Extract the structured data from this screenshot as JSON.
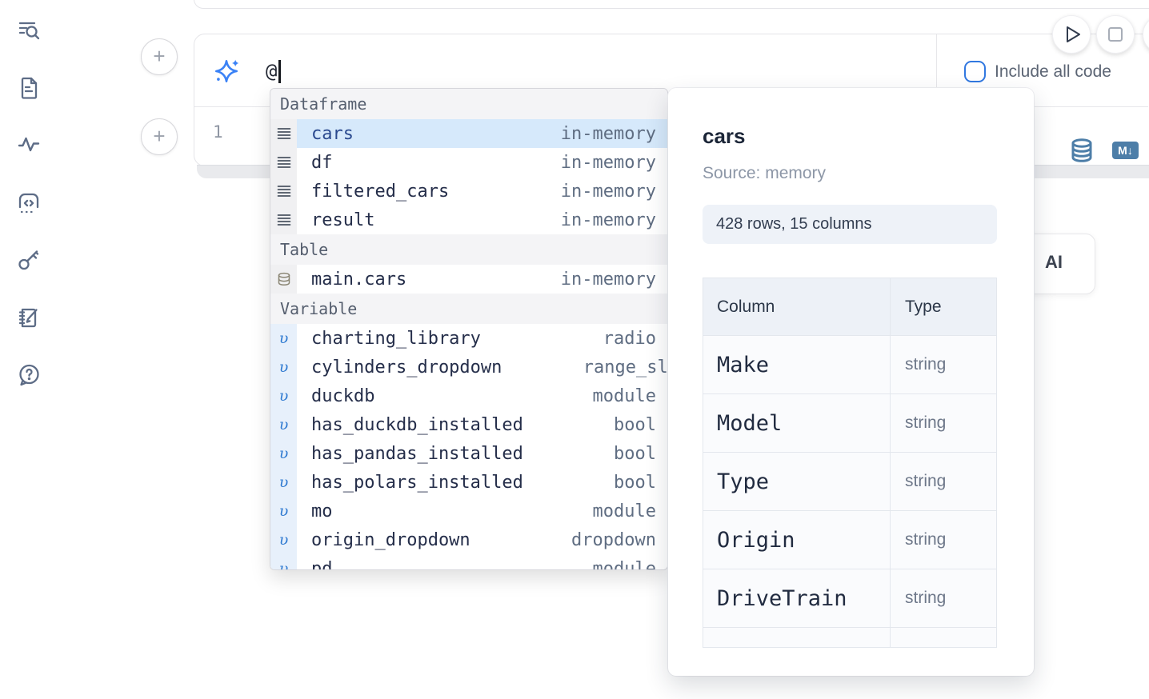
{
  "app": {
    "include_all_code_label": "Include all code"
  },
  "colors": {
    "accent_blue": "#3b82f6",
    "steel_blue": "#4d7ea8",
    "selection_blue": "#d6e9fb",
    "checkbox_blue": "#3178e0"
  },
  "sidebar": {
    "items": [
      {
        "id": "search",
        "icon": "search-text-icon"
      },
      {
        "id": "files",
        "icon": "file-icon"
      },
      {
        "id": "activity",
        "icon": "activity-icon"
      },
      {
        "id": "snippets",
        "icon": "code-cell-icon"
      },
      {
        "id": "keys",
        "icon": "key-icon"
      },
      {
        "id": "scratchpad",
        "icon": "scratchpad-icon"
      },
      {
        "id": "help",
        "icon": "help-icon"
      }
    ]
  },
  "run_controls": {
    "play_icon": "play-icon",
    "stop_icon": "stop-icon"
  },
  "ai_prompt": {
    "value": "@",
    "sparkle_icon": "sparkles-icon"
  },
  "editor": {
    "line_number": "1",
    "datasource_icon": "database-icon",
    "markdown_badge": "M↓"
  },
  "ai_generate_button": {
    "visible_label": "AI"
  },
  "autocomplete": {
    "sections": [
      {
        "label": "Dataframe",
        "items": [
          {
            "name": "cars",
            "type": "in-memory",
            "selected": true
          },
          {
            "name": "df",
            "type": "in-memory"
          },
          {
            "name": "filtered_cars",
            "type": "in-memory"
          },
          {
            "name": "result",
            "type": "in-memory"
          }
        ]
      },
      {
        "label": "Table",
        "items": [
          {
            "name": "main.cars",
            "type": "in-memory"
          }
        ]
      },
      {
        "label": "Variable",
        "items": [
          {
            "name": "charting_library",
            "type": "radio"
          },
          {
            "name": "cylinders_dropdown",
            "type": "range_sli"
          },
          {
            "name": "duckdb",
            "type": "module"
          },
          {
            "name": "has_duckdb_installed",
            "type": "bool"
          },
          {
            "name": "has_pandas_installed",
            "type": "bool"
          },
          {
            "name": "has_polars_installed",
            "type": "bool"
          },
          {
            "name": "mo",
            "type": "module"
          },
          {
            "name": "origin_dropdown",
            "type": "dropdown"
          },
          {
            "name": "pd",
            "type": "module"
          }
        ]
      }
    ]
  },
  "preview": {
    "title": "cars",
    "source": "Source: memory",
    "shape_badge": "428 rows, 15 columns",
    "table": {
      "headers": [
        "Column",
        "Type"
      ],
      "rows": [
        [
          "Make",
          "string"
        ],
        [
          "Model",
          "string"
        ],
        [
          "Type",
          "string"
        ],
        [
          "Origin",
          "string"
        ],
        [
          "DriveTrain",
          "string"
        ],
        [
          "",
          ""
        ]
      ]
    }
  }
}
